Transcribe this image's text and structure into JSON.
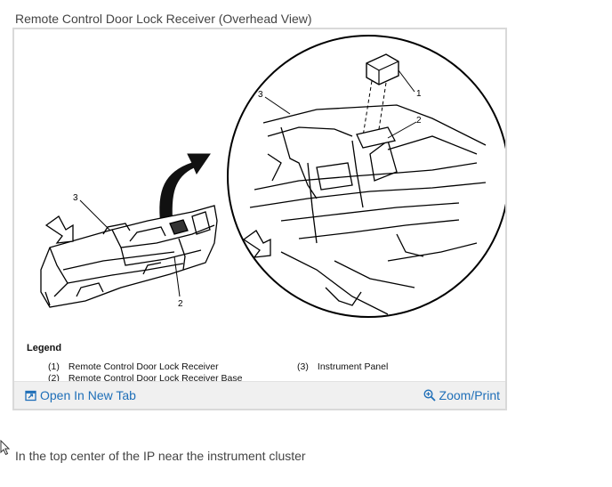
{
  "figure": {
    "caption": "Remote Control Door Lock Receiver (Overhead View)",
    "callouts": [
      "1",
      "2",
      "3",
      "3",
      "2"
    ],
    "legend": {
      "title": "Legend",
      "items": [
        {
          "num": "(1)",
          "label": "Remote Control Door Lock Receiver"
        },
        {
          "num": "(2)",
          "label": "Remote Control Door Lock Receiver Base"
        },
        {
          "num": "(3)",
          "label": "Instrument Panel"
        }
      ]
    }
  },
  "toolbar": {
    "open_label": "Open In New Tab",
    "zoom_label": "Zoom/Print",
    "open_icon": "open-new-tab-icon",
    "zoom_icon": "magnifier-plus-icon",
    "link_color": "#1f6fb8"
  },
  "answer": {
    "text": "In the top center of the IP near the instrument cluster"
  }
}
